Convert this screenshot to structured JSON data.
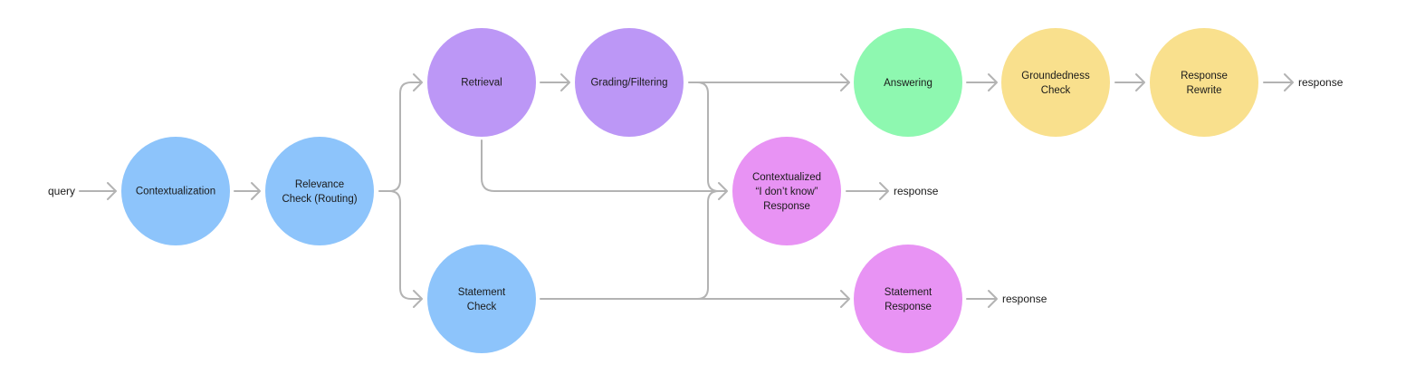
{
  "colors": {
    "blue": "#8dc4fb",
    "purple": "#bc97f6",
    "green": "#8ef8b0",
    "yellow": "#f9e08d",
    "pink": "#e893f4",
    "edge": "#b3b3b3"
  },
  "inputs": {
    "query": "query"
  },
  "outputs": {
    "response_answer": "response",
    "response_idk": "response",
    "response_statement": "response"
  },
  "nodes": {
    "contextualization": {
      "lines": [
        "Contextualization"
      ],
      "color": "blue"
    },
    "relevance_check": {
      "lines": [
        "Relevance",
        "Check (Routing)"
      ],
      "color": "blue"
    },
    "retrieval": {
      "lines": [
        "Retrieval"
      ],
      "color": "purple"
    },
    "grading": {
      "lines": [
        "Grading/Filtering"
      ],
      "color": "purple"
    },
    "statement_check": {
      "lines": [
        "Statement",
        "Check"
      ],
      "color": "blue"
    },
    "answering": {
      "lines": [
        "Answering"
      ],
      "color": "green"
    },
    "groundedness": {
      "lines": [
        "Groundedness",
        "Check"
      ],
      "color": "yellow"
    },
    "rewrite": {
      "lines": [
        "Response",
        "Rewrite"
      ],
      "color": "yellow"
    },
    "idk_response": {
      "lines": [
        "Contextualized",
        "“I don’t know”",
        "Response"
      ],
      "color": "pink"
    },
    "statement_response": {
      "lines": [
        "Statement",
        "Response"
      ],
      "color": "pink"
    }
  }
}
